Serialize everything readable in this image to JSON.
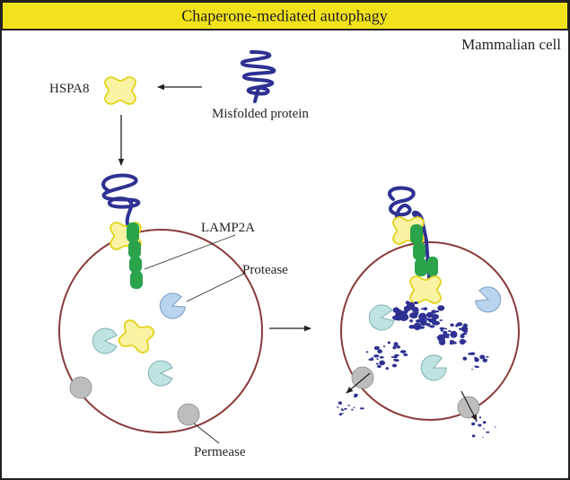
{
  "title": "Chaperone-mediated autophagy",
  "context_label": "Mammalian cell",
  "labels": {
    "hspa8": "HSPA8",
    "misfolded": "Misfolded protein",
    "lamp2a": "LAMP2A",
    "protease": "Protease",
    "permease": "Permease"
  },
  "colors": {
    "title_bar": "#f2e21c",
    "border": "#231f20",
    "lysosome_membrane": "#8b3a3a",
    "hspa8_fill": "#fbf3a4",
    "hspa8_stroke": "#e2d21c",
    "misfolded_protein": "#2e3192",
    "lamp2a": "#2aa34a",
    "protease_blue": "#b9d4ef",
    "protease_teal": "#bfe3e1",
    "permease": "#bdbdbd"
  },
  "icons": [
    "hspa8-chaperone-icon",
    "misfolded-protein-icon",
    "lamp2a-receptor-icon",
    "protease-icon",
    "permease-icon",
    "lysosome-icon",
    "arrow-icon"
  ]
}
